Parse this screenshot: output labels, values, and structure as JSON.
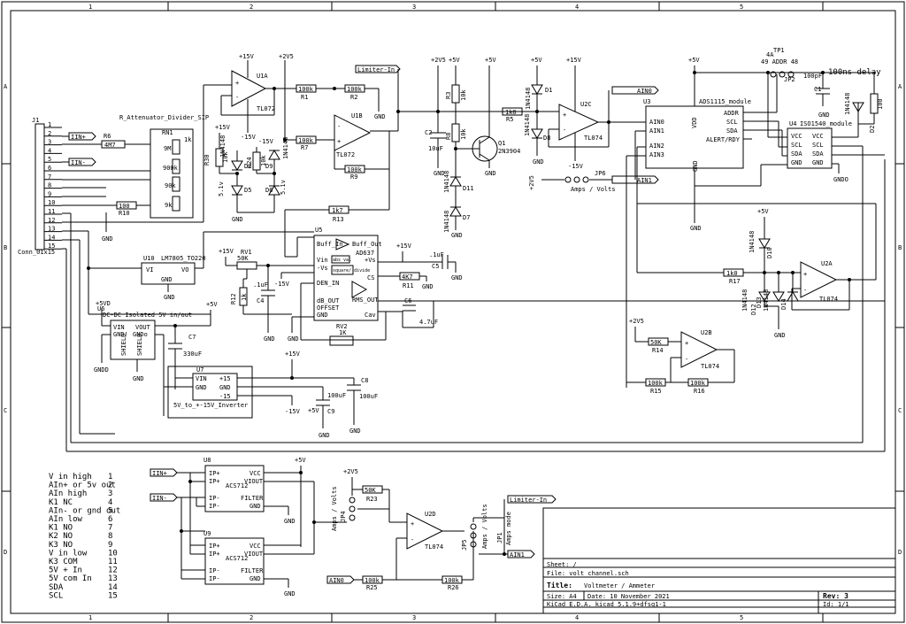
{
  "frame": {
    "col_labels": [
      "1",
      "2",
      "3",
      "4",
      "5"
    ],
    "row_labels": [
      "A",
      "B",
      "C",
      "D"
    ]
  },
  "connectors": {
    "j1": {
      "ref": "J1",
      "value": "Conn_01x15",
      "pins": [
        "1",
        "2",
        "3",
        "4",
        "5",
        "6",
        "7",
        "8",
        "9",
        "10",
        "11",
        "12",
        "13",
        "14",
        "15"
      ]
    }
  },
  "nets": {
    "iin_plus": "IIN+",
    "iin_minus": "IIN-",
    "limiter_in": "Limiter-In",
    "ain0": "AIN0",
    "ain1": "AIN1"
  },
  "parts": {
    "r6": {
      "ref": "R6",
      "value": "4M7"
    },
    "rn1": {
      "ref": "RN1",
      "label": "R_Attenuator_Divider_SIP",
      "values": [
        "9M",
        "900k",
        "90k",
        "9k",
        "1k"
      ]
    },
    "r10": {
      "ref": "R10",
      "value": "100"
    },
    "u1a": {
      "ref": "U1A",
      "value": "TL072"
    },
    "u1b": {
      "ref": "U1B",
      "value": "TL072"
    },
    "r1": {
      "ref": "R1",
      "value": "100k"
    },
    "r2": {
      "ref": "R2",
      "value": "100k"
    },
    "r7": {
      "ref": "R7",
      "value": "100k"
    },
    "r9": {
      "ref": "R9",
      "value": "100k"
    },
    "r13": {
      "ref": "R13",
      "value": "1k7"
    },
    "r30": {
      "ref": "R30",
      "value": "10k"
    },
    "r24": {
      "ref": "R24",
      "value": "10k"
    },
    "d3": {
      "ref": "D3",
      "value": "1N4148"
    },
    "d9": {
      "ref": "D9",
      "value": "1N4148"
    },
    "d5": {
      "ref": "D5",
      "value": "5.1v"
    },
    "d6": {
      "ref": "D6",
      "value": "5.1v"
    },
    "c2": {
      "ref": "C2",
      "value": "10uF"
    },
    "r3": {
      "ref": "R3",
      "value": "10k"
    },
    "r8": {
      "ref": "R8",
      "value": "10k"
    },
    "r5": {
      "ref": "R5",
      "value": "1k0"
    },
    "q1": {
      "ref": "Q1",
      "value": "2N3904"
    },
    "d1": {
      "ref": "D1",
      "value": "1N4148"
    },
    "d7": {
      "ref": "D7",
      "value": "1N4148"
    },
    "d11": {
      "ref": "D11",
      "value": "1N4148"
    },
    "d8": {
      "ref": "D8",
      "value": "1N4148"
    },
    "u2c": {
      "ref": "U2C",
      "value": "TL074"
    },
    "jp6": {
      "ref": "JP6",
      "value": "Amps / Volts"
    },
    "u3": {
      "ref": "U3",
      "value": "ADS1115_module",
      "pins": [
        "AIN0",
        "AIN1",
        "AIN2",
        "AIN3",
        "ADDR",
        "SCL",
        "SDA",
        "ALERT/RDY",
        "VDD",
        "GND"
      ]
    },
    "tp1": {
      "ref": "TP1",
      "value": "4A"
    },
    "jp2": {
      "ref": "JP2",
      "value": "49 ADDR 48"
    },
    "c1": {
      "ref": "C1",
      "value": "100pF"
    },
    "delay_note": "100ns delay",
    "u4": {
      "ref": "U4",
      "value": "ISO1540_module",
      "pins": [
        "VCC",
        "SCL",
        "SDA",
        "GND",
        "VCC",
        "SCL",
        "SDA",
        "GND"
      ]
    },
    "d2": {
      "ref": "D2",
      "value": "1N4148"
    },
    "r100": {
      "value": "100"
    },
    "plus5vd": "+5VD",
    "gndd": "GNDD",
    "u5": {
      "ref": "U5",
      "value": "AD637",
      "pins": [
        "Buff_In",
        "Buff_Out",
        "Vin",
        "-Vs",
        "+Vs",
        "DEN_IN",
        "dB_OUT",
        "OFFSET",
        "GND",
        "RMS_OUT",
        "Cav",
        "CS"
      ],
      "inner": [
        "abs val",
        "square/ divide"
      ]
    },
    "rv1": {
      "ref": "RV1",
      "value": "50K"
    },
    "r12": {
      "ref": "R12",
      "value": "1k"
    },
    "c4": {
      "ref": "C4",
      "value": ".1uF"
    },
    "c5": {
      "ref": "C5",
      "value": ".1uF"
    },
    "r11": {
      "ref": "R11",
      "value": "4K7"
    },
    "c6": {
      "ref": "C6",
      "value": "4.7uF"
    },
    "rv2": {
      "ref": "RV2",
      "value": "1K"
    },
    "u10": {
      "ref": "U10",
      "value": "LM7805_TO220",
      "pins": [
        "VI",
        "VO",
        "GND"
      ]
    },
    "u6": {
      "ref": "U6",
      "value": "DC-DC Isolated 5V in/out",
      "pins": [
        "VIN",
        "VOUT",
        "GND!",
        "GNDo",
        "SHIELD",
        "SHIELD"
      ]
    },
    "c7": {
      "ref": "C7",
      "value": "330uF"
    },
    "u7": {
      "ref": "U7",
      "value": "5V_to_+-15V_Inverter",
      "pins": [
        "VIN",
        "GND",
        "+15",
        "GND",
        "-15"
      ]
    },
    "c8": {
      "ref": "C8",
      "value": "100uF"
    },
    "c9": {
      "ref": "C9",
      "value": "100uF"
    },
    "r17": {
      "ref": "R17",
      "value": "1k0"
    },
    "d10": {
      "ref": "D10",
      "value": "1N4148"
    },
    "d12": {
      "ref": "D12",
      "value": "1N4148"
    },
    "d13": {
      "ref": "D13",
      "value": "1N4148"
    },
    "d14": {
      "ref": "D14",
      "value": "1N4148"
    },
    "u2a": {
      "ref": "U2A",
      "value": "TL074"
    },
    "u2b": {
      "ref": "U2B",
      "value": "TL074"
    },
    "r14": {
      "ref": "R14",
      "value": "50K"
    },
    "r15": {
      "ref": "R15",
      "value": "100k"
    },
    "r16": {
      "ref": "R16",
      "value": "100k"
    },
    "u8": {
      "ref": "U8",
      "value": "ACS712",
      "pins": [
        "IP+",
        "IP+",
        "IP-",
        "IP-",
        "VCC",
        "VIOUT",
        "FILTER",
        "GND"
      ]
    },
    "u9": {
      "ref": "U9",
      "value": "ACS712",
      "pins": [
        "IP+",
        "IP+",
        "IP-",
        "IP-",
        "VCC",
        "VIOUT",
        "FILTER",
        "GND"
      ]
    },
    "jp4": {
      "ref": "JP4",
      "value": "Amps / Volts"
    },
    "jp5": {
      "ref": "JP5",
      "value": "Amps / Volts"
    },
    "jp1": {
      "ref": "JP1",
      "value": "Amps mode"
    },
    "r23": {
      "ref": "R23",
      "value": "50K"
    },
    "r25": {
      "ref": "R25",
      "value": "100k"
    },
    "r26": {
      "ref": "R26",
      "value": "100k"
    },
    "u2d": {
      "ref": "U2D",
      "value": "TL074"
    }
  },
  "power": {
    "p15": "+15V",
    "m15": "-15V",
    "p2v5": "+2V5",
    "p5": "+5V",
    "gnd": "GND",
    "p5vd": "+5VD",
    "gndd": "GNDD",
    "gndo": "GNDO"
  },
  "pin_legend": [
    {
      "name": "V in high",
      "pin": "1"
    },
    {
      "name": "AIn+ or 5v out",
      "pin": "2"
    },
    {
      "name": "AIn high",
      "pin": "3"
    },
    {
      "name": "K1 NC",
      "pin": "4"
    },
    {
      "name": "AIn- or gnd out",
      "pin": "5"
    },
    {
      "name": "AIn low",
      "pin": "6"
    },
    {
      "name": "K1 NO",
      "pin": "7"
    },
    {
      "name": "K2 NO",
      "pin": "8"
    },
    {
      "name": "K3 NO",
      "pin": "9"
    },
    {
      "name": "V in low",
      "pin": "10"
    },
    {
      "name": "K3 COM",
      "pin": "11"
    },
    {
      "name": "5V + In",
      "pin": "12"
    },
    {
      "name": "5V com In",
      "pin": "13"
    },
    {
      "name": "SDA",
      "pin": "14"
    },
    {
      "name": "SCL",
      "pin": "15"
    }
  ],
  "title_block": {
    "sheet_label": "Sheet: /",
    "file_label": "File: volt_channel.sch",
    "title_key": "Title:",
    "title": "Voltmeter / Ammeter",
    "size": "Size: A4",
    "date": "Date: 10 November 2021",
    "rev": "Rev: 3",
    "tool": "KiCad E.D.A.  kicad 5.1.9+dfsg1-1",
    "id": "Id: 1/1"
  }
}
